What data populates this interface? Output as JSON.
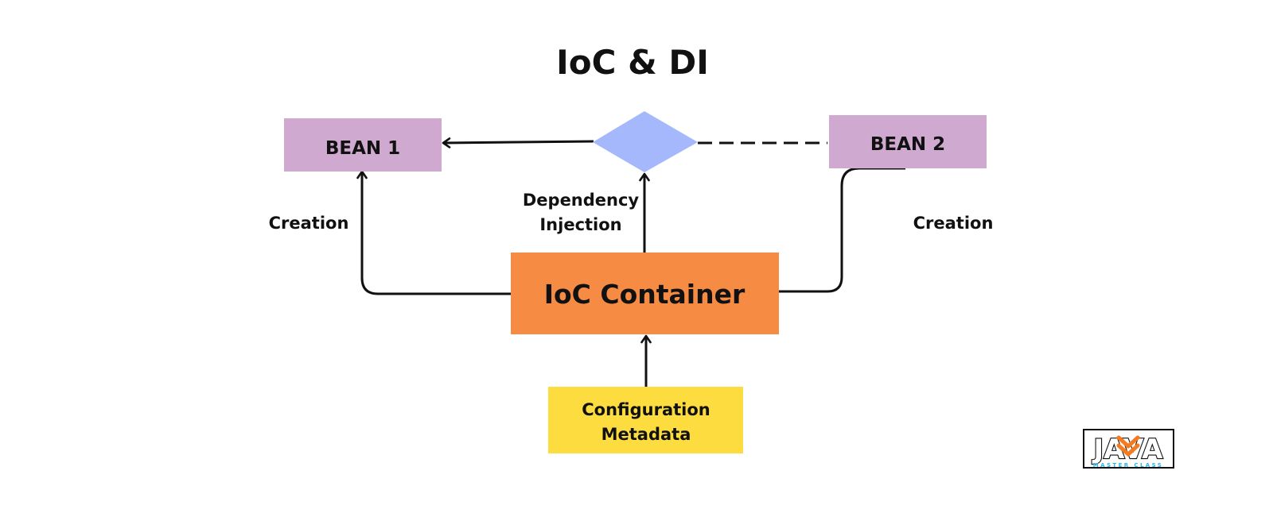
{
  "title": "IoC & DI",
  "nodes": {
    "bean1": {
      "label": "BEAN 1",
      "color": "#cfa9cf"
    },
    "bean2": {
      "label": "BEAN 2",
      "color": "#cfa9cf"
    },
    "decision": {
      "color": "#a4b8fb"
    },
    "container": {
      "label": "IoC Container",
      "color": "#f68c44"
    },
    "config": {
      "label_line1": "Configuration",
      "label_line2": "Metadata",
      "color": "#fddc3f"
    }
  },
  "edges": {
    "creation_left": "Creation",
    "creation_right": "Creation",
    "dependency_injection_line1": "Dependency",
    "dependency_injection_line2": "Injection"
  },
  "logo": {
    "letters": "JAVA",
    "subtitle": "MASTER CLASS",
    "accent_color": "#f47b20",
    "subtitle_color": "#29b6e8"
  }
}
